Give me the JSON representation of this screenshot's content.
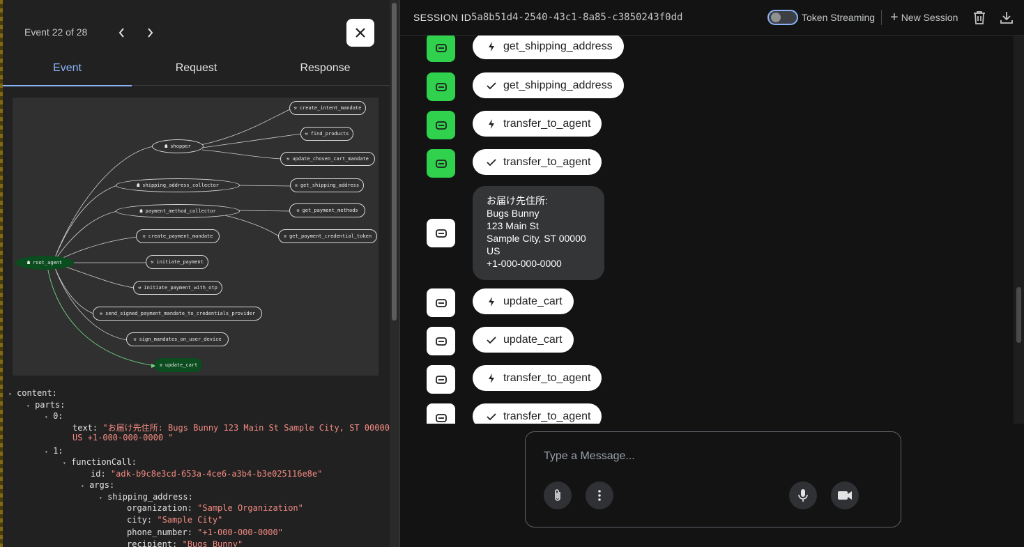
{
  "event_nav": {
    "counter": "Event 22 of 28"
  },
  "tabs": [
    {
      "label": "Event",
      "active": true
    },
    {
      "label": "Request",
      "active": false
    },
    {
      "label": "Response",
      "active": false
    }
  ],
  "graph": {
    "nodes": {
      "root_agent": "root_agent",
      "shopper": "shopper",
      "shipping_address_collector": "shipping_address_collector",
      "payment_method_collector": "payment_method_collector",
      "create_intent_mandate": "create_intent_mandate",
      "find_products": "find_products",
      "update_chosen_cart_mandate": "update_chosen_cart_mandate",
      "get_shipping_address": "get_shipping_address",
      "get_payment_methods": "get_payment_methods",
      "get_payment_credential_token": "get_payment_credential_token",
      "create_payment_mandate": "create_payment_mandate",
      "initiate_payment": "initiate_payment",
      "initiate_payment_with_otp": "initiate_payment_with_otp",
      "send_signed_payment_mandate_to_credentials_provider": "send_signed_payment_mandate_to_credentials_provider",
      "sign_mandates_on_user_device": "sign_mandates_on_user_device",
      "update_cart": "update_cart"
    },
    "highlight_color": "#0b4d1f"
  },
  "event_tree": {
    "content_key": "content:",
    "parts_key": "parts:",
    "part0_key": "0:",
    "text_key": "text:",
    "text_value_line1": "\"お届け先住所: Bugs Bunny 123 Main St Sample City, ST 00000",
    "text_value_line2": "US +1-000-000-0000 \"",
    "part1_key": "1:",
    "function_call_key": "functionCall:",
    "id_key": "id:",
    "id_value": "\"adk-b9c8e3cd-653a-4ce6-a3b4-b3e025116e8e\"",
    "args_key": "args:",
    "shipping_address_key": "shipping_address:",
    "organization_key": "organization:",
    "organization_value": "\"Sample Organization\"",
    "city_key": "city:",
    "city_value": "\"Sample City\"",
    "phone_key": "phone_number:",
    "phone_value": "\"+1-000-000-0000\"",
    "recipient_key": "recipient:",
    "recipient_value": "\"Bugs Bunny\""
  },
  "header": {
    "session_label": "SESSION ID",
    "session_id": "5a8b51d4-2540-43c1-8a85-c3850243f0dd",
    "token_streaming_label": "Token Streaming",
    "token_streaming_on": false,
    "new_session_label": "New Session"
  },
  "messages": [
    {
      "kind": "call",
      "name": "get_shipping_address"
    },
    {
      "kind": "result",
      "name": "get_shipping_address"
    },
    {
      "kind": "call",
      "name": "transfer_to_agent"
    },
    {
      "kind": "result",
      "name": "transfer_to_agent"
    },
    {
      "kind": "text",
      "lines": [
        "お届け先住所:",
        "Bugs Bunny",
        "123 Main St",
        "Sample City, ST 00000",
        "US",
        "+1-000-000-0000"
      ]
    },
    {
      "kind": "call",
      "name": "update_cart"
    },
    {
      "kind": "result",
      "name": "update_cart"
    },
    {
      "kind": "call",
      "name": "transfer_to_agent"
    },
    {
      "kind": "result",
      "name": "transfer_to_agent"
    }
  ],
  "composer": {
    "placeholder": "Type a Message..."
  },
  "colors": {
    "accent": "#8ab4f8",
    "agent_green": "#2fd14d",
    "string": "#f28b82"
  }
}
